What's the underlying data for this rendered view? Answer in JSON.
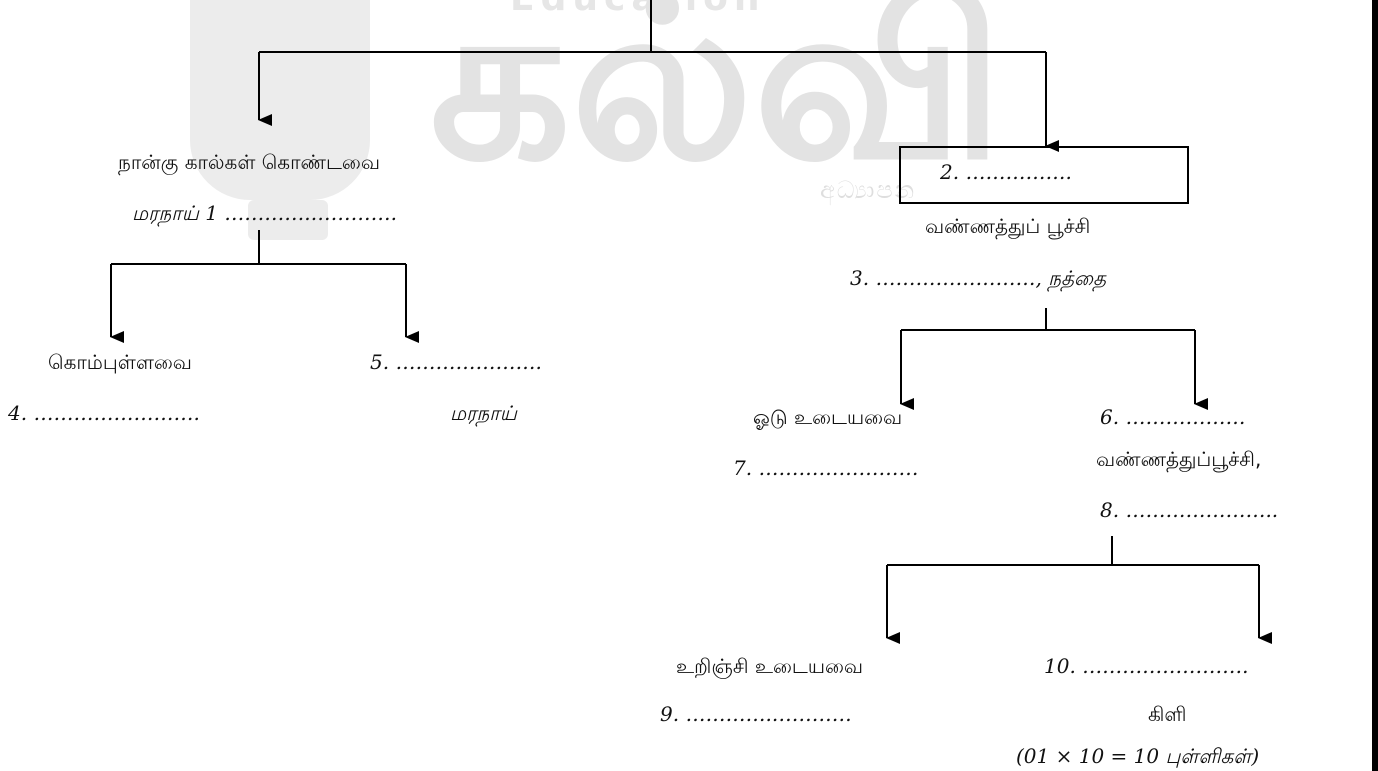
{
  "watermark": {
    "top": "Education",
    "main": "கல்வி",
    "sub": "අධ්‍යාපන"
  },
  "left": {
    "heading": "நான்கு கால்கள் கொண்டவை",
    "line1": "மரநாய் 1 ………….………….",
    "branch_a_heading": "கொம்புள்ளவை",
    "branch_a_blank": "4. …………………….",
    "branch_b_blank": "5. ………………….",
    "branch_b_label": "மரநாய்"
  },
  "right": {
    "box_blank": "2. …………….",
    "heading": "வண்ணத்துப் பூச்சி",
    "line1": "3. ……………………, நத்தை",
    "branch_a_heading": "ஓடு உடையவை",
    "branch_a_blank": "7. ……………………",
    "branch_b_blank": "6. ………………",
    "branch_b_label": "வண்ணத்துப்பூச்சி,",
    "branch_b_blank2": "8. …………………..",
    "sub_a_heading": "உறிஞ்சி உடையவை",
    "sub_a_blank": "9. ………….…………",
    "sub_b_blank": "10. …………………….",
    "sub_b_label": "கிளி"
  },
  "footer": {
    "marks": "(01 × 10 = 10 புள்ளிகள்)"
  }
}
